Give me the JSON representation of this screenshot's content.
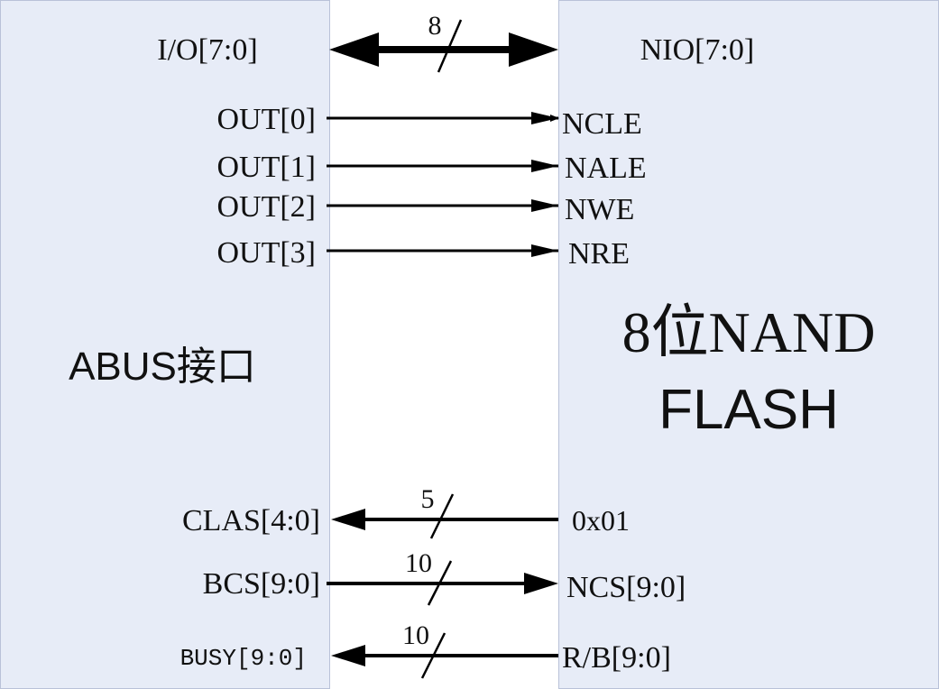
{
  "left_block": {
    "title": "ABUS接口",
    "ports": [
      "I/O[7:0]",
      "OUT[0]",
      "OUT[1]",
      "OUT[2]",
      "OUT[3]",
      "CLAS[4:0]",
      "BCS[9:0]",
      "BUSY[9:0]"
    ]
  },
  "right_block": {
    "title_line1": "8位NAND",
    "title_line2": "FLASH",
    "ports": [
      "NIO[7:0]",
      "NCLE",
      "NALE",
      "NWE",
      "NRE",
      "0x01",
      "NCS[9:0]",
      "R/B[9:0]"
    ]
  },
  "bus_widths": {
    "io": "8",
    "clas": "5",
    "bcs": "10",
    "busy": "10"
  },
  "colors": {
    "panel_fill": "#e7ecf7",
    "line": "#000000"
  }
}
